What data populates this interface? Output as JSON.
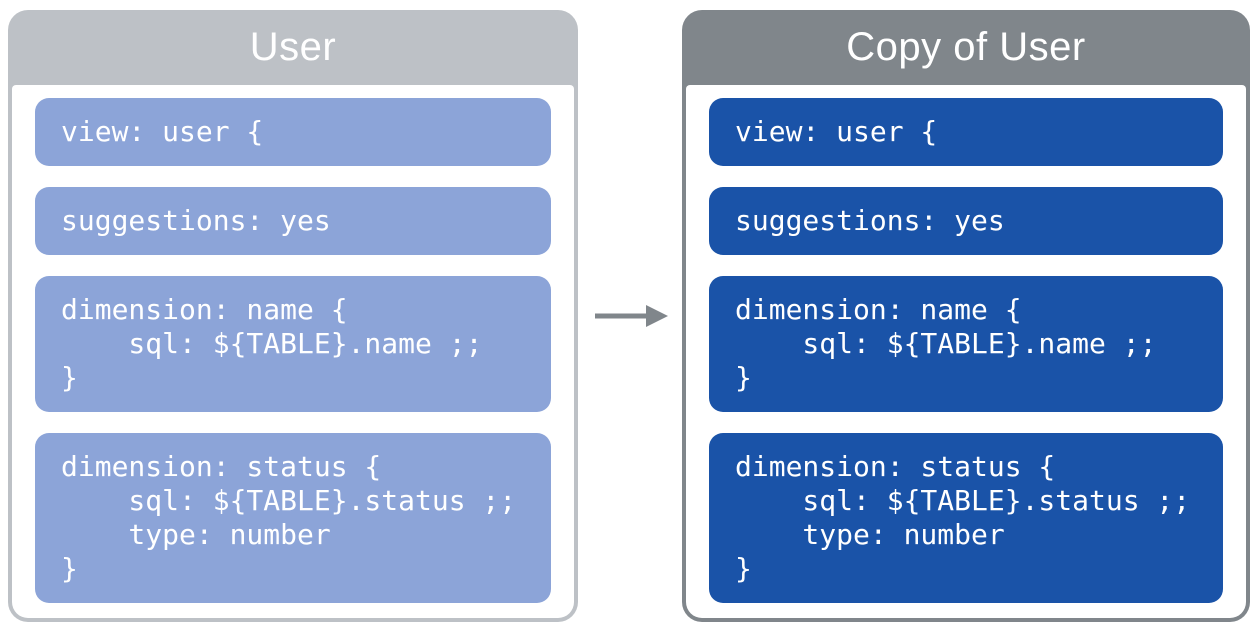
{
  "diagram": {
    "arrow_color": "#80868b",
    "colors": {
      "left_header": "#bdc1c6",
      "right_header": "#80868b",
      "left_block": "#8ca4d8",
      "right_block": "#1a53a8",
      "text": "#ffffff"
    }
  },
  "panels": [
    {
      "title": "User",
      "blocks": [
        {
          "lines": [
            "view: user {"
          ]
        },
        {
          "lines": [
            "suggestions: yes"
          ]
        },
        {
          "lines": [
            "dimension: name {",
            "    sql: ${TABLE}.name ;;",
            "}"
          ]
        },
        {
          "lines": [
            "dimension: status {",
            "    sql: ${TABLE}.status ;;",
            "    type: number",
            "}"
          ]
        }
      ]
    },
    {
      "title": "Copy of User",
      "blocks": [
        {
          "lines": [
            "view: user {"
          ]
        },
        {
          "lines": [
            "suggestions: yes"
          ]
        },
        {
          "lines": [
            "dimension: name {",
            "    sql: ${TABLE}.name ;;",
            "}"
          ]
        },
        {
          "lines": [
            "dimension: status {",
            "    sql: ${TABLE}.status ;;",
            "    type: number",
            "}"
          ]
        }
      ]
    }
  ]
}
